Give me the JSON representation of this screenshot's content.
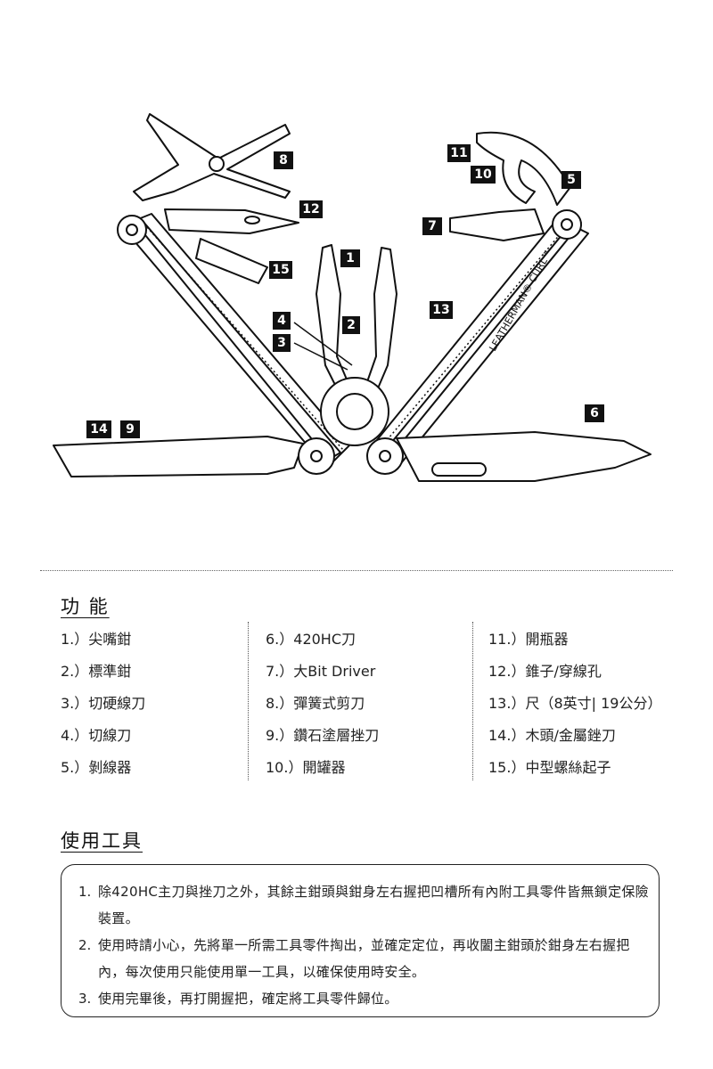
{
  "diagram": {
    "badges": [
      "1",
      "2",
      "3",
      "4",
      "5",
      "6",
      "7",
      "8",
      "9",
      "10",
      "11",
      "12",
      "13",
      "14",
      "15"
    ],
    "handle_text": "LEATHERMAN® CURL™"
  },
  "features": {
    "heading": "功 能",
    "columns": [
      [
        "1.）尖嘴鉗",
        "2.）標準鉗",
        "3.）切硬線刀",
        "4.）切線刀",
        "5.）剝線器"
      ],
      [
        "6.）420HC刀",
        "7.）大Bit Driver",
        "8.）彈簧式剪刀",
        "9.）鑽石塗層挫刀",
        "10.）開罐器"
      ],
      [
        "11.）開瓶器",
        "12.）錐子/穿線孔",
        "13.）尺（8英寸| 19公分）",
        "14.）木頭/金屬銼刀",
        "15.）中型螺絲起子"
      ]
    ]
  },
  "usage": {
    "heading": "使用工具",
    "items": [
      {
        "num": "1.",
        "text": "除420HC主刀與挫刀之外，其餘主鉗頭與鉗身左右握把凹槽所有內附工具零件皆無鎖定保險裝置。"
      },
      {
        "num": "2.",
        "text": "使用時請小心，先將單一所需工具零件掏出，並確定定位，再收闔主鉗頭於鉗身左右握把內，每次使用只能使用單一工具，以確保使用時安全。"
      },
      {
        "num": "3.",
        "text": "使用完畢後，再打開握把，確定將工具零件歸位。"
      }
    ]
  }
}
